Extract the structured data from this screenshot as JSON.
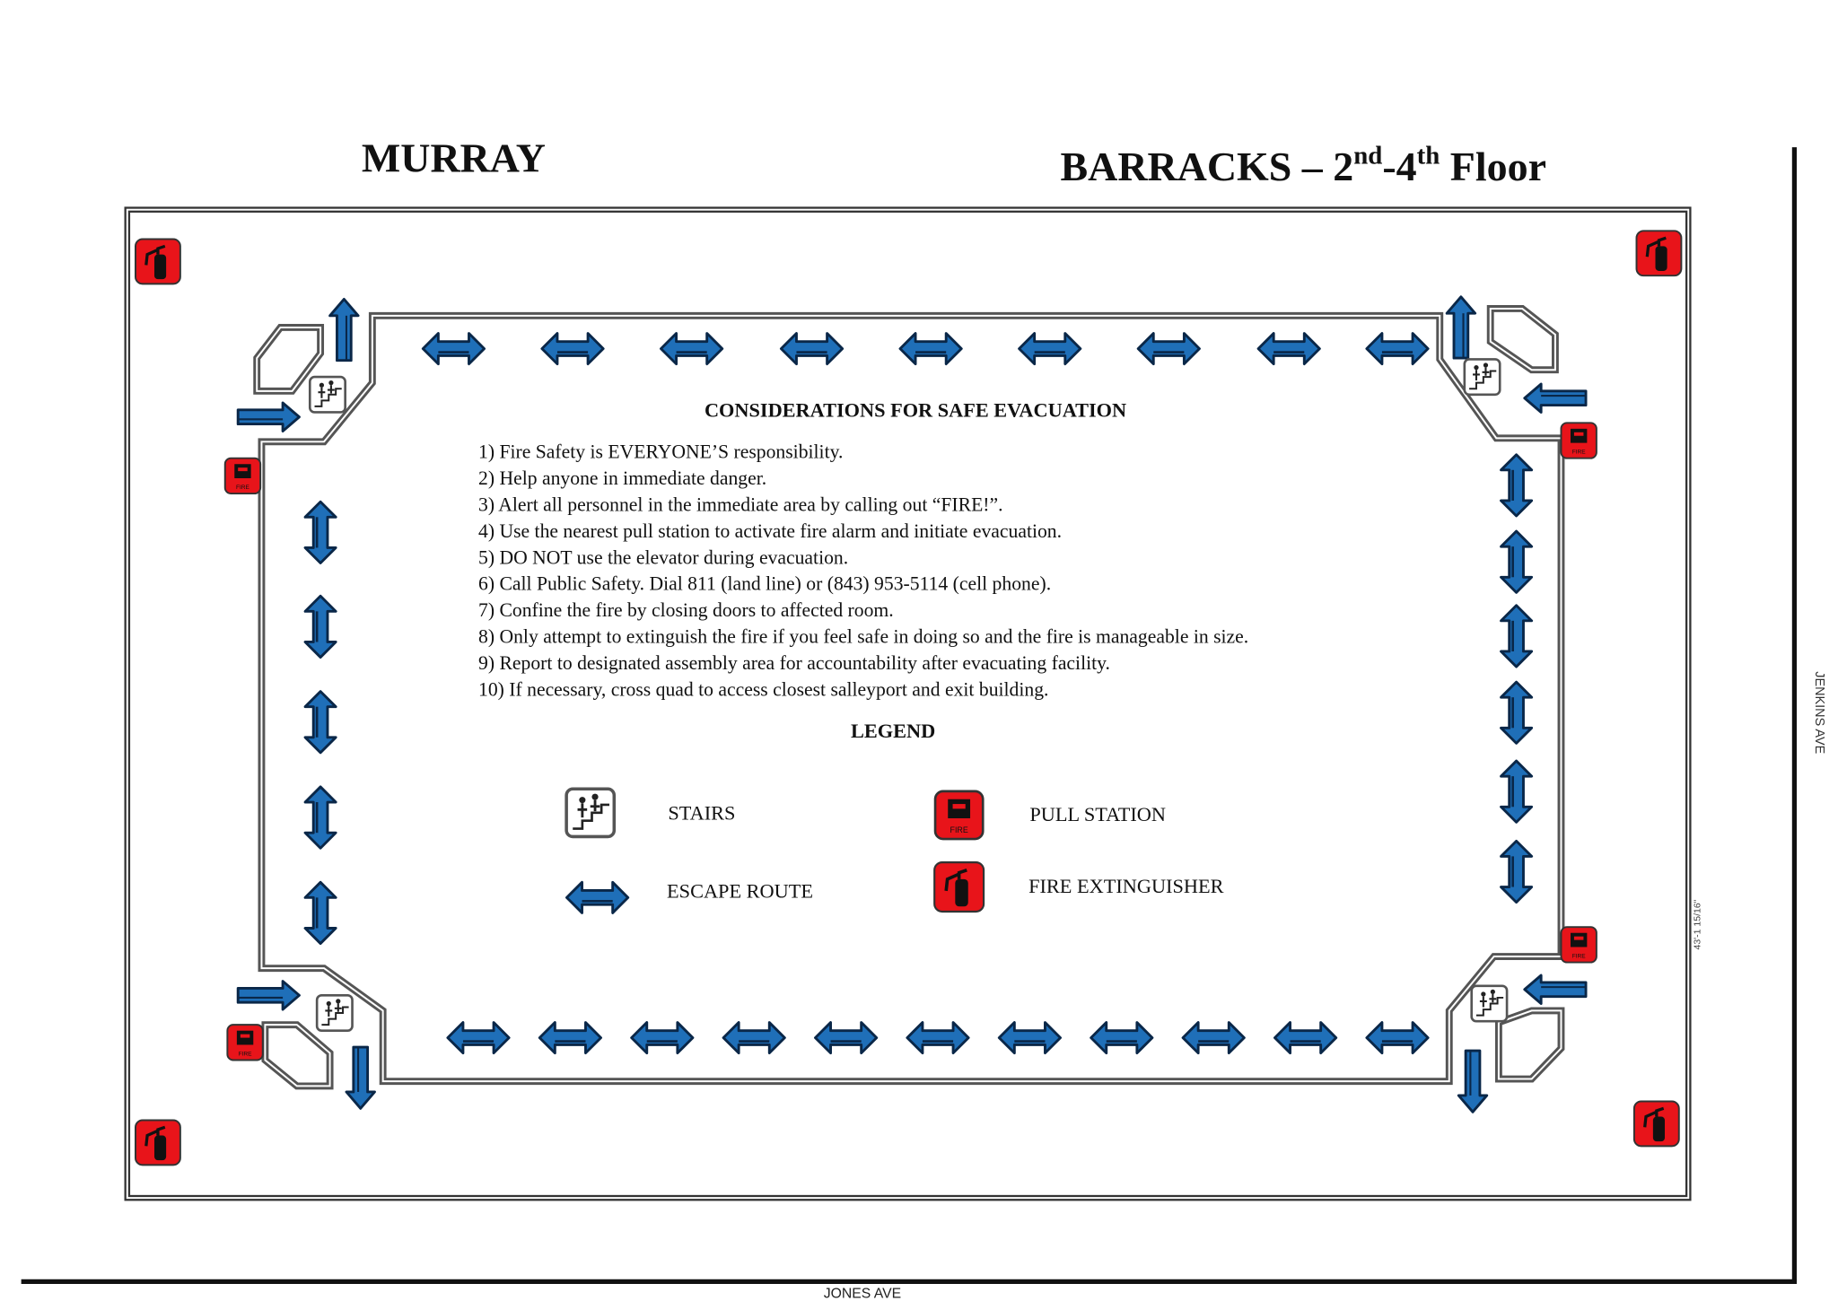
{
  "header": {
    "left_title": "MURRAY",
    "right_title_main": "BARRACKS – 2",
    "right_title_sup1": "nd",
    "right_title_mid": "-4",
    "right_title_sup2": "th",
    "right_title_end": " Floor"
  },
  "considerations": {
    "title": "CONSIDERATIONS FOR SAFE EVACUATION",
    "items": [
      "1) Fire Safety is EVERYONE’S responsibility.",
      "2) Help anyone in immediate danger.",
      "3) Alert all personnel in the immediate area by calling out “FIRE!”.",
      "4) Use the nearest pull station to activate fire alarm and initiate evacuation.",
      "5) DO NOT use the elevator during evacuation.",
      "6) Call Public Safety. Dial 811 (land line) or (843) 953-5114 (cell phone).",
      "7) Confine the fire by closing doors to affected room.",
      "8) Only attempt to extinguish the fire if you feel safe in doing so and the fire is manageable in size.",
      "9) Report to designated assembly area for accountability after evacuating facility.",
      "10) If necessary, cross quad to access closest salleyport and exit building."
    ]
  },
  "legend": {
    "title": "LEGEND",
    "stairs": "STAIRS",
    "escape_route": "ESCAPE ROUTE",
    "pull_station": "PULL STATION",
    "fire_extinguisher": "FIRE EXTINGUISHER"
  },
  "streets": {
    "right": "JENKINS AVE",
    "bottom": "JONES AVE"
  },
  "dimension_label": "43'-1 15/16\"",
  "pull_station_text": "FIRE",
  "colors": {
    "escape_arrow": "#1f6fb8",
    "arrow_outline": "#0a2748",
    "alarm_red": "#e8141a",
    "wall_gray": "#6b6b6b"
  }
}
